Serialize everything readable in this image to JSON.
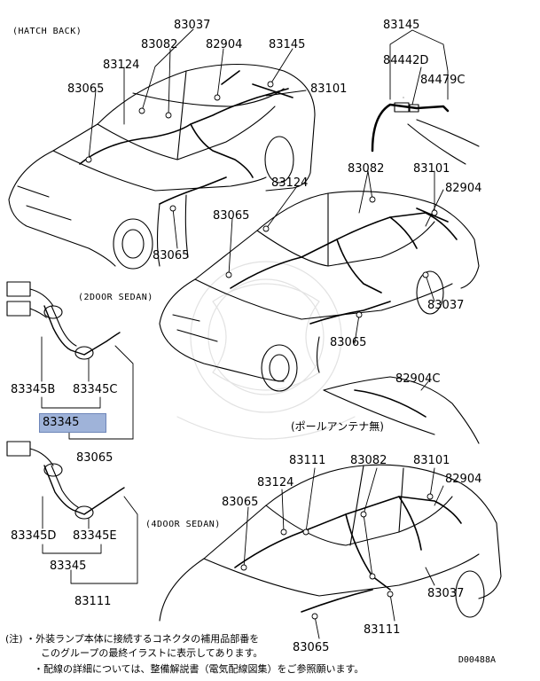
{
  "captions": {
    "hatchback": "(HATCH BACK)",
    "two_door": "(2DOOR SEDAN)",
    "four_door": "(4DOOR SEDAN)",
    "no_pole_antenna": "(ポールアンテナ無)"
  },
  "parts": {
    "p83037_top": "83037",
    "p83082_top": "83082",
    "p82904_top": "82904",
    "p83145_top": "83145",
    "p83124_top": "83124",
    "p83065_top": "83065",
    "p83101_top": "83101",
    "p83065_top_low": "83065",
    "p83145_right": "83145",
    "p84442D": "84442D",
    "p84479C": "84479C",
    "p83082_mid": "83082",
    "p83101_mid": "83101",
    "p83124_mid": "83124",
    "p82904_mid": "82904",
    "p83065_mid": "83065",
    "p83037_mid": "83037",
    "p83065_mid_low": "83065",
    "p83345B": "83345B",
    "p83345C": "83345C",
    "p83345_hl": "83345",
    "p83065_left": "83065",
    "p82904C": "82904C",
    "p83111_bot": "83111",
    "p83082_bot": "83082",
    "p83101_bot": "83101",
    "p83124_bot": "83124",
    "p82904_bot": "82904",
    "p83065_bot": "83065",
    "p83037_bot": "83037",
    "p83111_bot_low": "83111",
    "p83065_bot_low": "83065",
    "p83345D": "83345D",
    "p83345E": "83345E",
    "p83345_left": "83345",
    "p83111_left": "83111"
  },
  "notes": {
    "line1": "(注) ・外装ランプ本体に接続するコネクタの補用品部番を",
    "line2": "このグループの最終イラストに表示してあります。",
    "line3": "・配線の詳細については、整備解説書（電気配線図集）をご参照願います。"
  },
  "drawing_code": "D00488A",
  "colors": {
    "highlight": "#9fb3d9",
    "line": "#000000"
  }
}
